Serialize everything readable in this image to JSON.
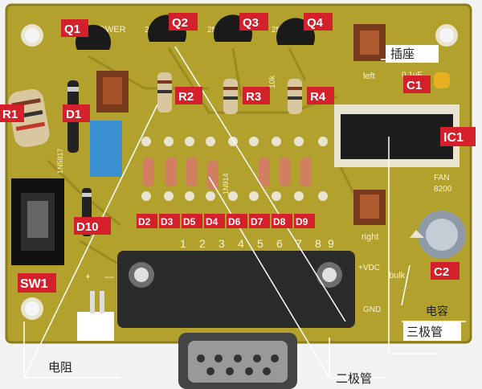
{
  "colors": {
    "board": "#b3a12d",
    "board_dark": "#8c7d1e",
    "label_bg": "#d4202a",
    "silk": "#f4f1dc",
    "pointer": "#ffffff",
    "background": "#f2f2f2"
  },
  "component_labels": {
    "q1": "Q1",
    "q2": "Q2",
    "q3": "Q3",
    "q4": "Q4",
    "r1": "R1",
    "r2": "R2",
    "r3": "R3",
    "r4": "R4",
    "d1": "D1",
    "d10": "D10",
    "c1": "C1",
    "c2": "C2",
    "ic1": "IC1",
    "sw1": "SW1"
  },
  "diode_labels": [
    "D2",
    "D3",
    "D5",
    "D4",
    "D6",
    "D7",
    "D8",
    "D9"
  ],
  "pin_numbers": [
    "1",
    "2",
    "3",
    "4",
    "5",
    "6",
    "7",
    "8",
    "9"
  ],
  "silkscreen": {
    "power": "POWER",
    "zd": "2N",
    "ten_k": "10k",
    "left": "left",
    "right": "right",
    "cap_value": "0.1uF",
    "fan": "FAN",
    "fan_num": "8200",
    "diode_part": "1N5817",
    "diode_mid": "1N914",
    "vdc": "+VDC",
    "gnd": "GND",
    "bulk": "bulk",
    "plus": "+",
    "minus": "—"
  },
  "chinese_labels": {
    "socket": "插座",
    "resistor": "电阻",
    "diode": "二极管",
    "transistor": "三极管",
    "capacitor": "电容"
  }
}
